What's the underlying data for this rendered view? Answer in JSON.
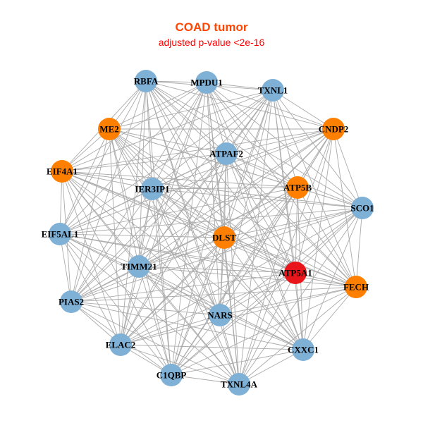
{
  "title": "COAD tumor",
  "subtitle": "adjusted p-value <2e-16",
  "colors": {
    "blue": "#7fb0d6",
    "orange": "#ff8000",
    "red": "#e8161a",
    "edge": "#aaaaaa"
  },
  "nodes": [
    {
      "id": "RBFA",
      "type": "blue"
    },
    {
      "id": "MPDU1",
      "type": "blue"
    },
    {
      "id": "TXNL1",
      "type": "blue"
    },
    {
      "id": "ME2",
      "type": "orange"
    },
    {
      "id": "CNDP2",
      "type": "orange"
    },
    {
      "id": "ATPAF2",
      "type": "blue"
    },
    {
      "id": "EIF4A1",
      "type": "orange"
    },
    {
      "id": "IER3IP1",
      "type": "blue"
    },
    {
      "id": "ATP5B",
      "type": "orange"
    },
    {
      "id": "SCO1",
      "type": "blue"
    },
    {
      "id": "EIF5AL1",
      "type": "blue"
    },
    {
      "id": "DLST",
      "type": "orange"
    },
    {
      "id": "TIMM21",
      "type": "blue"
    },
    {
      "id": "ATP5A1",
      "type": "red"
    },
    {
      "id": "FECH",
      "type": "orange"
    },
    {
      "id": "PIAS2",
      "type": "blue"
    },
    {
      "id": "NARS",
      "type": "blue"
    },
    {
      "id": "ELAC2",
      "type": "blue"
    },
    {
      "id": "CXXC1",
      "type": "blue"
    },
    {
      "id": "C1QBP",
      "type": "blue"
    },
    {
      "id": "TXNL4A",
      "type": "blue"
    }
  ]
}
